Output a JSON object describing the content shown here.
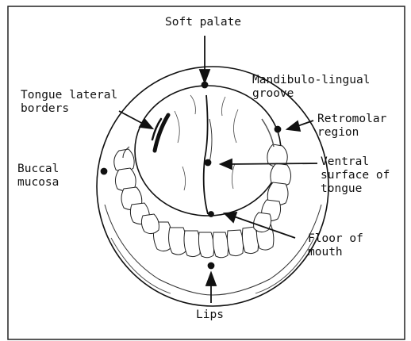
{
  "diagram": {
    "labels": {
      "soft_palate": "Soft palate",
      "mandibulo_lingual": "Mandibulo-lingual\ngroove",
      "tongue_lateral": "Tongue lateral\nborders",
      "retromolar": "Retromolar\nregion",
      "buccal": "Buccal\nmucosa",
      "ventral": "Ventral\nsurface of\ntongue",
      "floor": "Floor of\nmouth",
      "lips": "Lips"
    }
  }
}
